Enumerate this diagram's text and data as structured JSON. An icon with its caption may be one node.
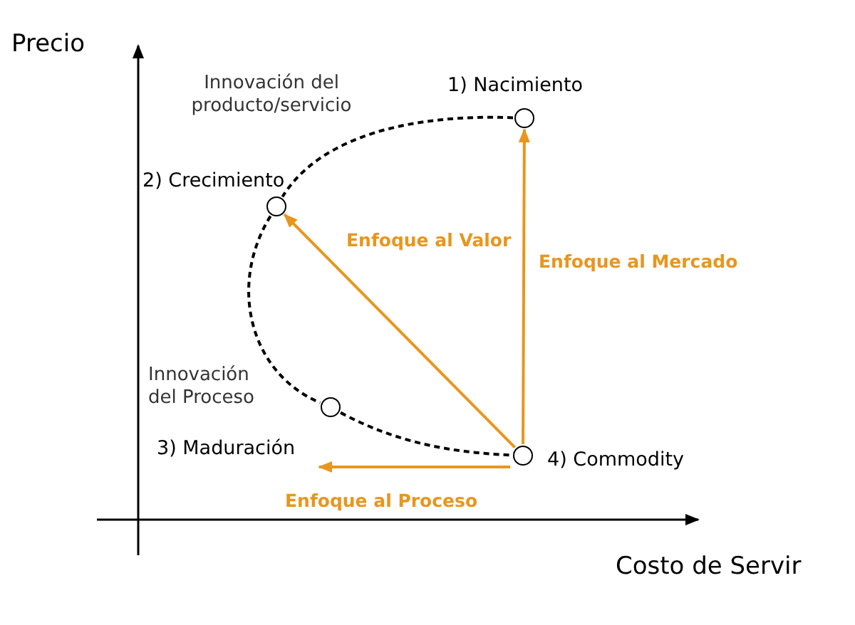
{
  "diagram": {
    "nodes": [
      {
        "text": [],
        "shape": "circle",
        "beside": [
          "1) Nacimiento"
        ]
      },
      {
        "text": [],
        "shape": "circle",
        "beside": [
          "2) Crecimiento"
        ]
      },
      {
        "text": [],
        "shape": "circle"
      },
      {
        "text": [],
        "shape": "circle",
        "beside": [
          "4) Commodity"
        ]
      },
      {
        "text": [
          "3) Maduración"
        ]
      }
    ],
    "edges": [
      {
        "from": 0,
        "to": 1,
        "arrow": "none",
        "style": "dashed"
      },
      {
        "from": 1,
        "to": 2,
        "arrow": "none",
        "style": "dashed"
      },
      {
        "from": 2,
        "to": 3,
        "arrow": "none",
        "style": "dashed"
      },
      {
        "from": 3,
        "to": 0,
        "arrow": "to",
        "label": "Enfoque al Mercado",
        "color": "#e8961e"
      },
      {
        "from": 3,
        "to": 1,
        "arrow": "to",
        "label": "Enfoque al Valor",
        "color": "#e8961e"
      },
      {
        "from": 3,
        "to": 4,
        "arrow": "to",
        "label": "Enfoque al Proceso",
        "color": "#e8961e"
      }
    ],
    "labels": [
      "Precio",
      "Innovación del producto/servicio",
      "Innovación del Proceso",
      "Costo de Servir"
    ]
  }
}
